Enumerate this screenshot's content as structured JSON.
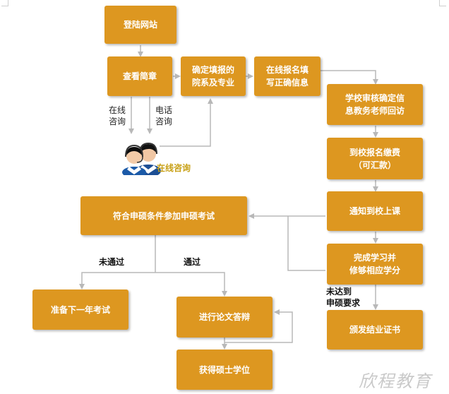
{
  "flowchart": {
    "login": "登陆网站",
    "view_guide": "查看简章",
    "choose_major": "确定填报的\n院系及专业",
    "online_register": "在线报名填\n写正确信息",
    "school_review": "学校审核确定信\n息教务老师回访",
    "pay_fee": "到校报名缴费\n（可汇款）",
    "notify_class": "通知到校上课",
    "complete_credits": "完成学习并\n修够相应学分",
    "certificate": "颁发结业证书",
    "qualified_exam": "符合申硕条件参加申硕考试",
    "next_year_exam": "准备下一年考试",
    "thesis_defense": "进行论文答辩",
    "get_degree": "获得硕士学位"
  },
  "labels": {
    "online_consult_short": "在线\n咨询",
    "phone_consult": "电话\n咨询",
    "online_consult_caption": "在线咨询",
    "not_passed": "未通过",
    "passed": "通过",
    "requirement_not_met": "未达到\n申硕要求"
  },
  "watermark": "欣程教育",
  "colors": {
    "box_fill": "#dd9720",
    "box_text": "#ffffff",
    "connector": "#b8b8b8"
  },
  "icons": [
    "customer-service-agents-icon"
  ]
}
